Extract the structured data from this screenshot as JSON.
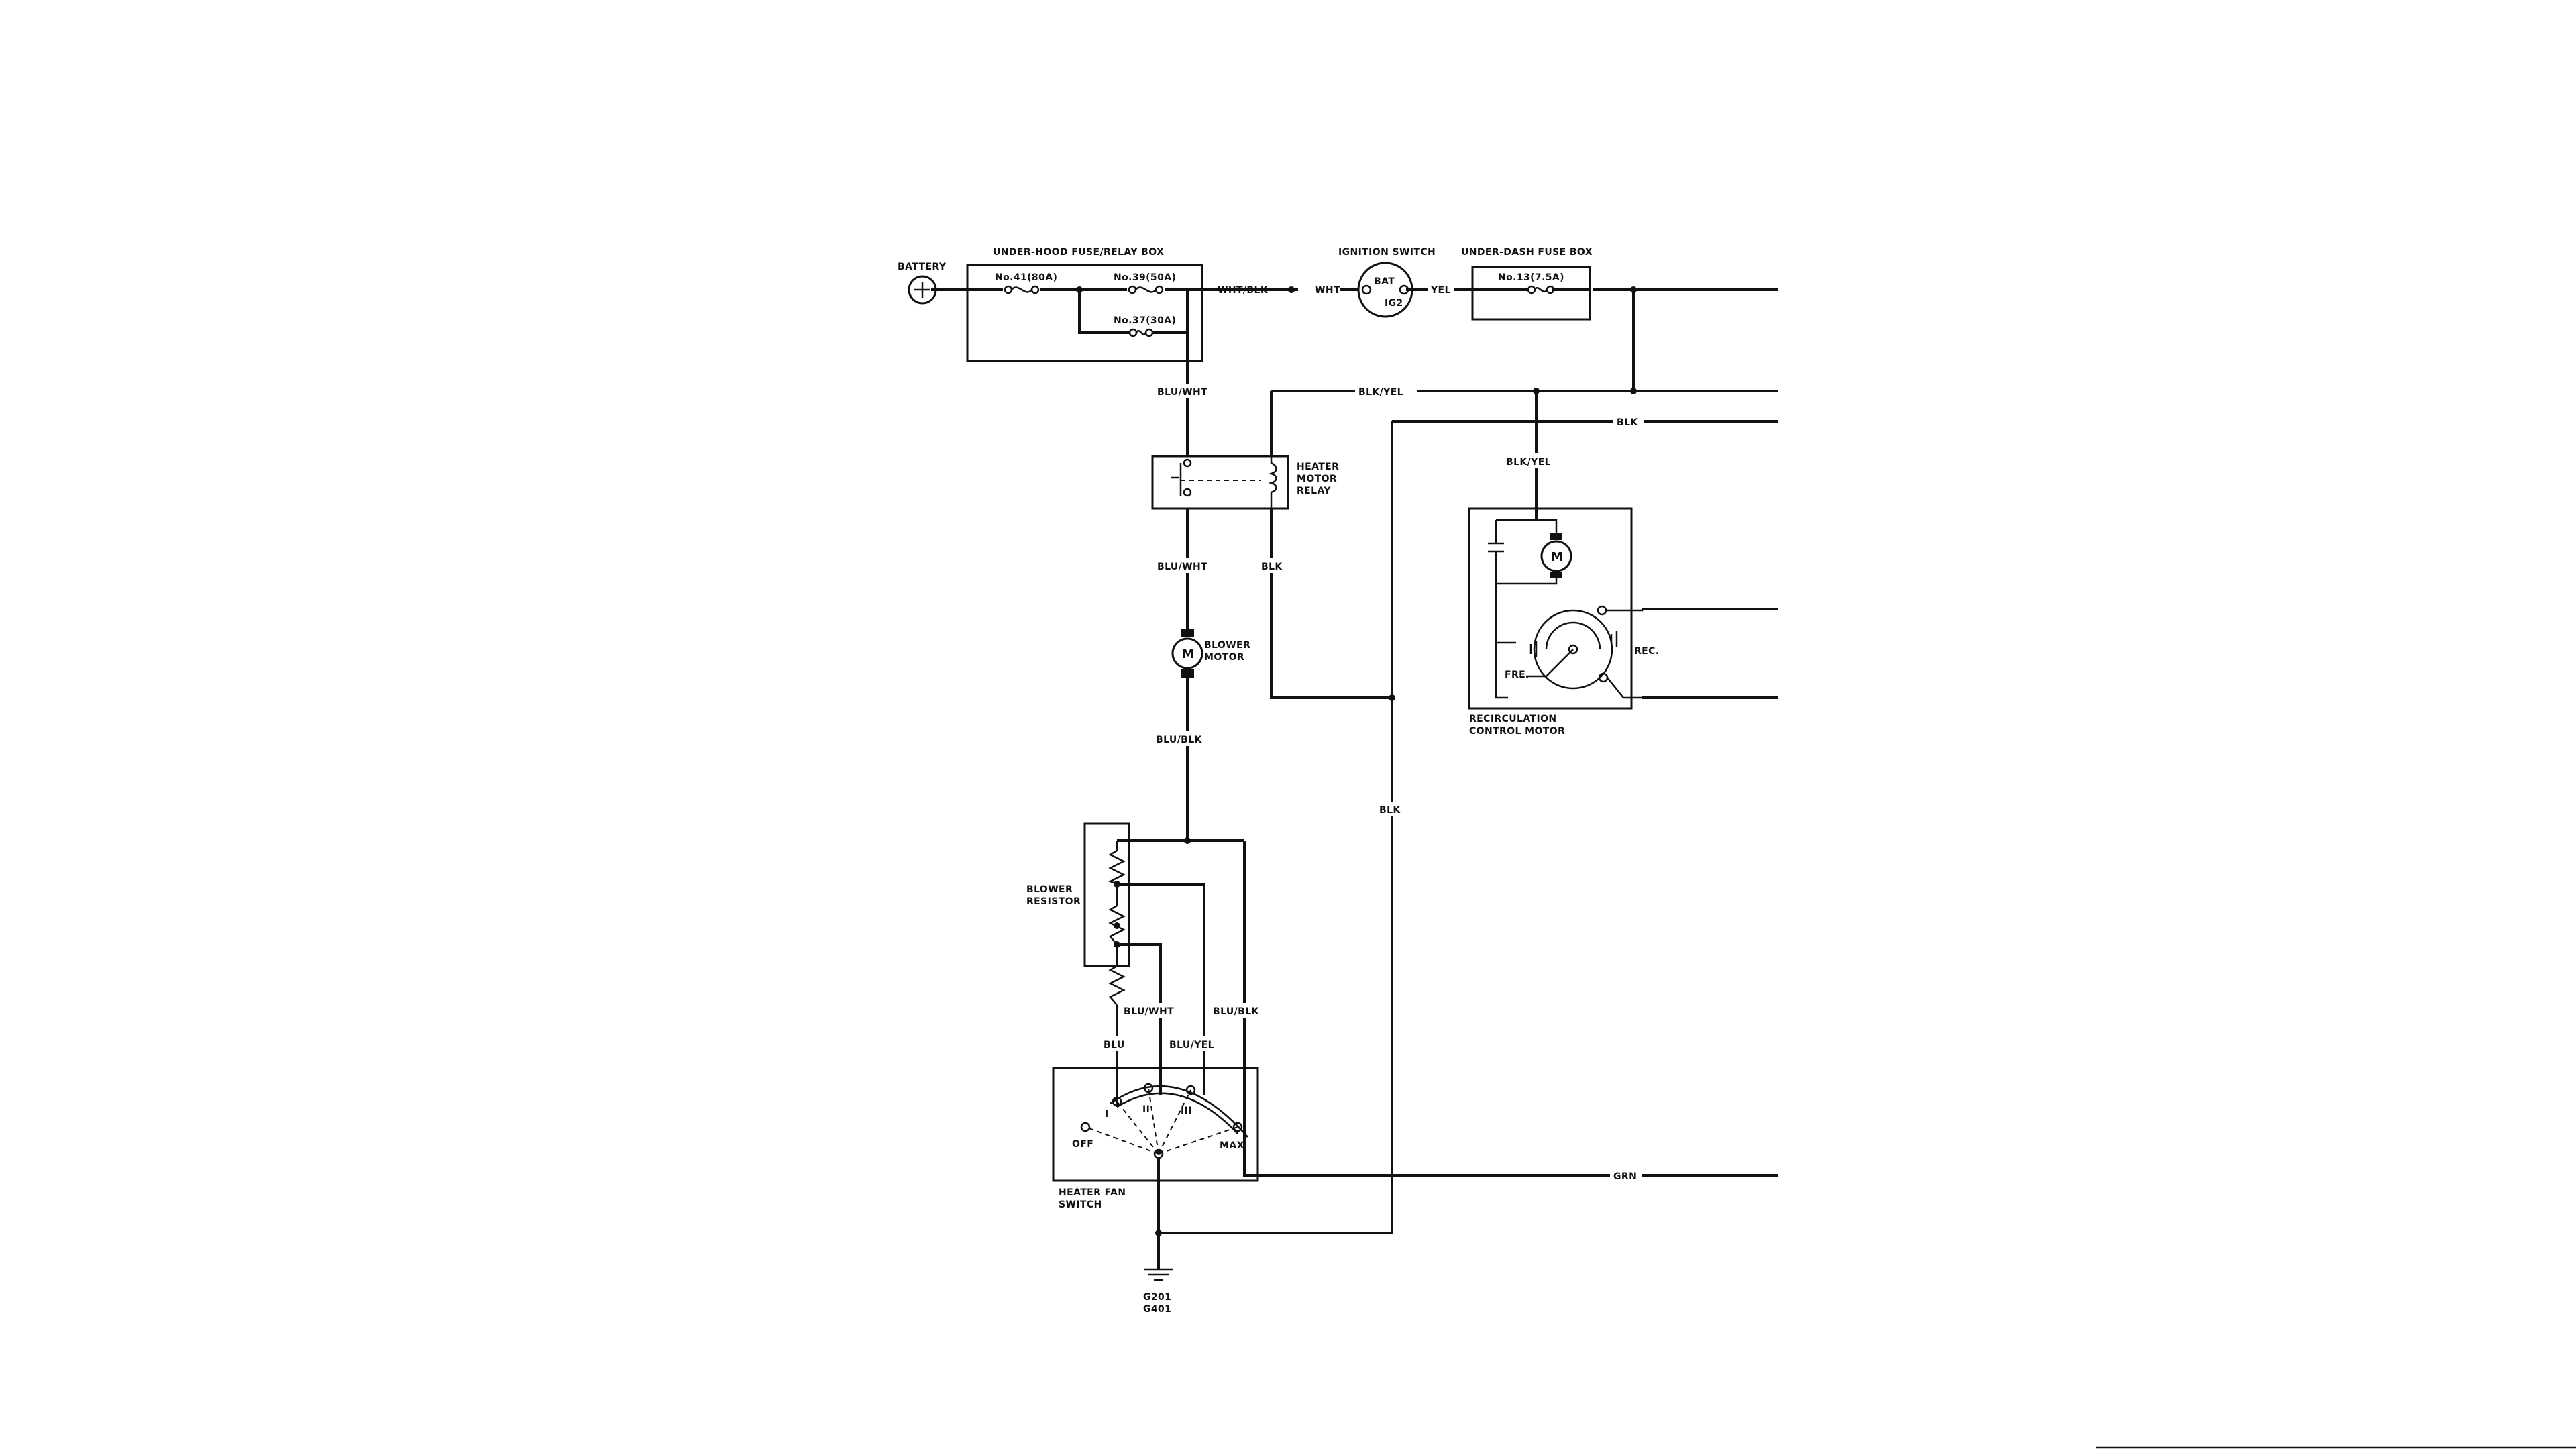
{
  "components": {
    "battery": "BATTERY",
    "underhood_box": "UNDER-HOOD FUSE/RELAY BOX",
    "fuse_41": "No.41(80A)",
    "fuse_39": "No.39(50A)",
    "fuse_37": "No.37(30A)",
    "ignition_switch": "IGNITION SWITCH",
    "ign_bat": "BAT",
    "ign_ig2": "IG2",
    "underdash_box": "UNDER-DASH FUSE BOX",
    "fuse_13": "No.13(7.5A)",
    "relay_line1": "HEATER",
    "relay_line2": "MOTOR",
    "relay_line3": "RELAY",
    "blower_line1": "BLOWER",
    "blower_line2": "MOTOR",
    "motor_symbol": "M",
    "resistor_line1": "BLOWER",
    "resistor_line2": "RESISTOR",
    "recirc_line1": "RECIRCULATION",
    "recirc_line2": "CONTROL MOTOR",
    "recirc_fre": "FRE.",
    "recirc_rec": "REC.",
    "fan_switch_line1": "HEATER FAN",
    "fan_switch_line2": "SWITCH",
    "pos_off": "OFF",
    "pos_1": "I",
    "pos_2": "II",
    "pos_3": "III",
    "pos_max": "MAX",
    "ground_1": "G201",
    "ground_2": "G401"
  },
  "wires": {
    "wht_blk": "WHT/BLK",
    "wht": "WHT",
    "yel": "YEL",
    "blu_wht_1": "BLU/WHT",
    "blk_yel_1": "BLK/YEL",
    "blk_1": "BLK",
    "blk_yel_2": "BLK/YEL",
    "blu_wht_2": "BLU/WHT",
    "blk_2": "BLK",
    "blu_blk_1": "BLU/BLK",
    "blk_3": "BLK",
    "blu_wht_3": "BLU/WHT",
    "blu_blk_2": "BLU/BLK",
    "blu": "BLU",
    "blu_yel": "BLU/YEL",
    "grn": "GRN"
  }
}
